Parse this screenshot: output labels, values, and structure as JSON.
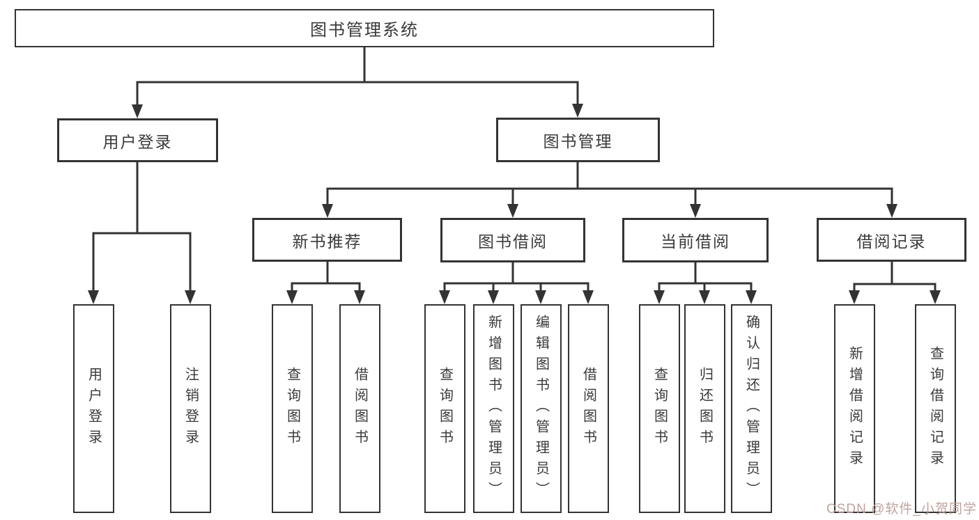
{
  "diagram": {
    "root": {
      "label": "图书管理系统"
    },
    "branches": [
      {
        "label": "用户登录",
        "children": [
          {
            "label": "用户登录"
          },
          {
            "label": "注销登录"
          }
        ]
      },
      {
        "label": "图书管理",
        "sections": [
          {
            "label": "新书推荐",
            "children": [
              {
                "label": "查询图书"
              },
              {
                "label": "借阅图书"
              }
            ]
          },
          {
            "label": "图书借阅",
            "children": [
              {
                "label": "查询图书"
              },
              {
                "label": "新增图书（管理员）"
              },
              {
                "label": "编辑图书（管理员）"
              },
              {
                "label": "借阅图书"
              }
            ]
          },
          {
            "label": "当前借阅",
            "children": [
              {
                "label": "查询图书"
              },
              {
                "label": "归还图书"
              },
              {
                "label": "确认归还（管理员）"
              }
            ]
          },
          {
            "label": "借阅记录",
            "children": [
              {
                "label": "新增借阅记录"
              },
              {
                "label": "查询借阅记录"
              }
            ]
          }
        ]
      }
    ]
  },
  "colors": {
    "line": "#333333",
    "box_border": "#333333",
    "text": "#3a3a3a",
    "watermark": "#bfa39d",
    "background": "#ffffff"
  },
  "watermark": {
    "text": "CSDN @软件_小贺同学"
  }
}
